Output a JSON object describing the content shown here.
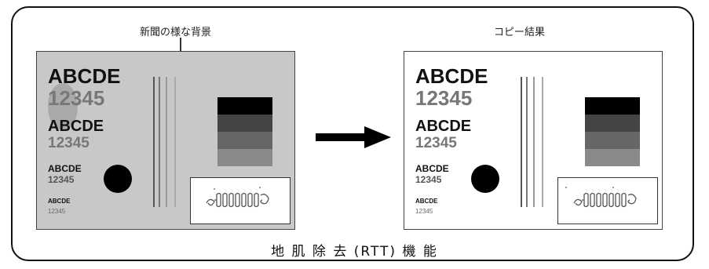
{
  "labels": {
    "left_top": "新聞の様な背景",
    "right_top": "コピー結果"
  },
  "sample": {
    "abc_large": "ABCDE",
    "num_large": "12345",
    "abc_medium": "ABCDE",
    "num_medium": "12345",
    "abc_small": "ABCDE",
    "num_small": "12345",
    "abc_tiny": "ABCDE",
    "num_tiny": "12345"
  },
  "caption": "地 肌 除 去 (RTT) 機 能",
  "colors": {
    "left_background": "#c8c8c8",
    "right_background": "#ffffff",
    "gray_levels": [
      "#000000",
      "#444444",
      "#666666",
      "#8a8a8a"
    ]
  },
  "icons": {
    "arrow": "right-arrow-icon",
    "spring": "spring-coil-icon"
  }
}
